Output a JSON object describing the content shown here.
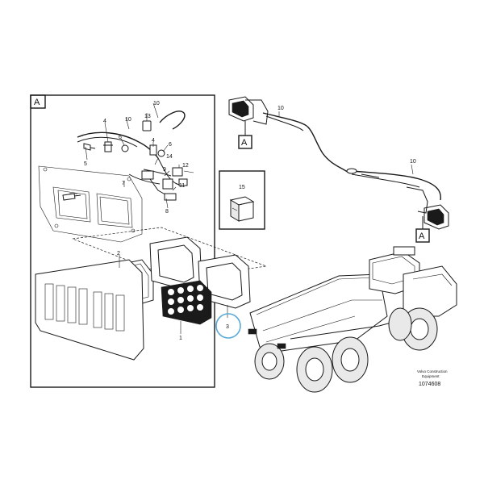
{
  "detail_view": {
    "label": "A"
  },
  "callouts": {
    "c1": "1",
    "c2": "2",
    "c3": "3",
    "c4a": "4",
    "c4b": "4",
    "c5": "5",
    "c6a": "6",
    "c6b": "6",
    "c7": "7",
    "c8": "8",
    "c9": "9",
    "c10a": "10",
    "c10b": "10",
    "c10c": "10",
    "c11": "11",
    "c12": "12",
    "c13": "13",
    "c14": "14",
    "c15": "15"
  },
  "view_refs": {
    "ref_top": "A",
    "ref_bottom": "A"
  },
  "footer": {
    "company_line1": "Volvo Construction",
    "company_line2": "Equipment",
    "doc_number": "1074608"
  },
  "colors": {
    "line": "#1a1a1a",
    "highlight_circle": "#5aa9d6"
  }
}
